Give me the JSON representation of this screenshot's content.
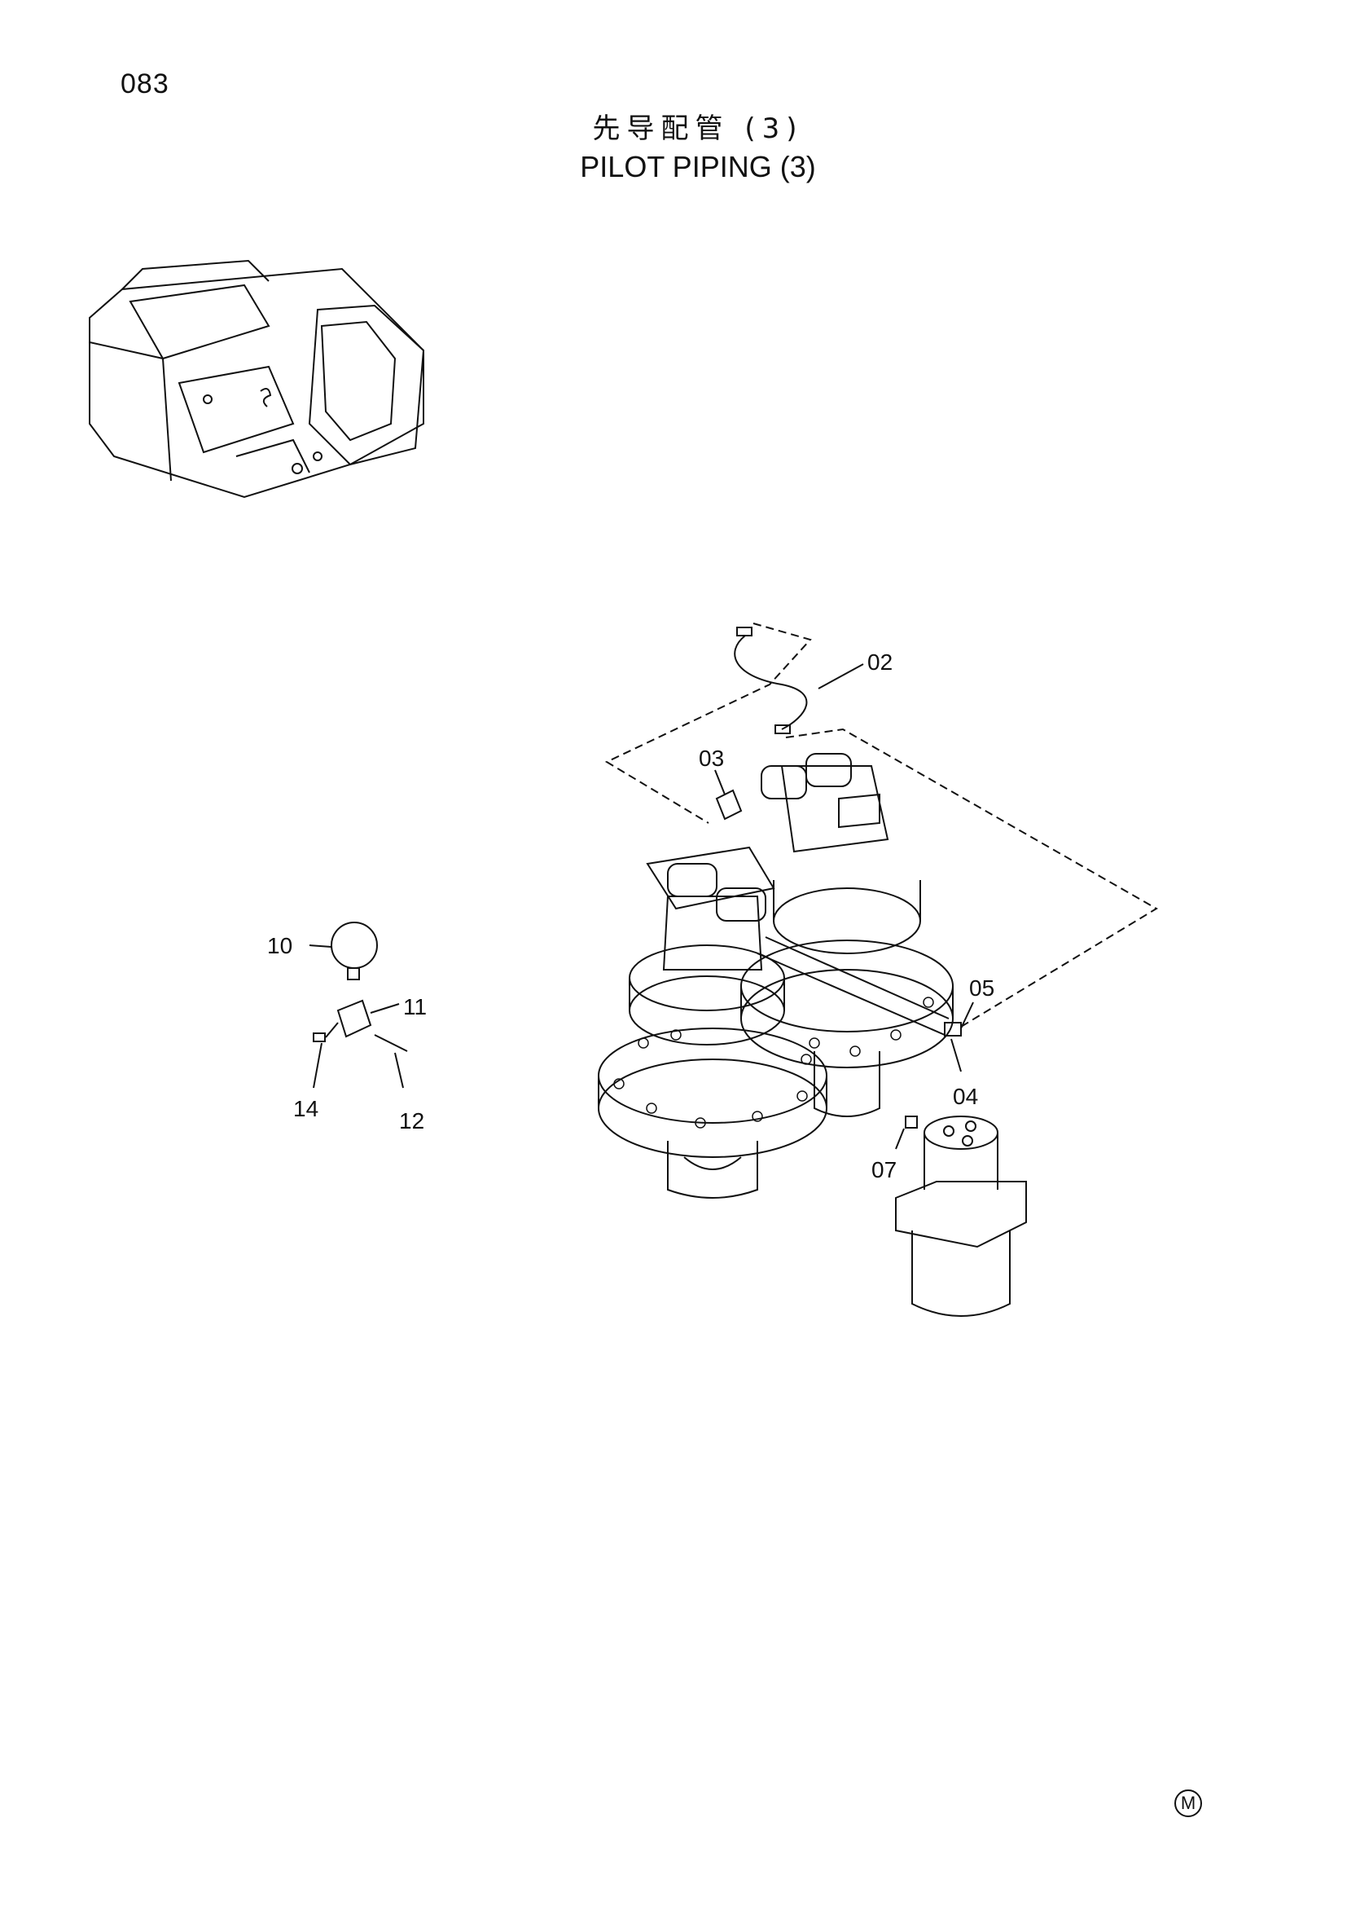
{
  "page": {
    "number": "083",
    "title_jp": "先导配管 (3)",
    "title_en": "PILOT PIPING (3)",
    "mark": "M"
  },
  "callouts": [
    "02",
    "03",
    "05",
    "04",
    "07",
    "10",
    "11",
    "14",
    "12"
  ]
}
